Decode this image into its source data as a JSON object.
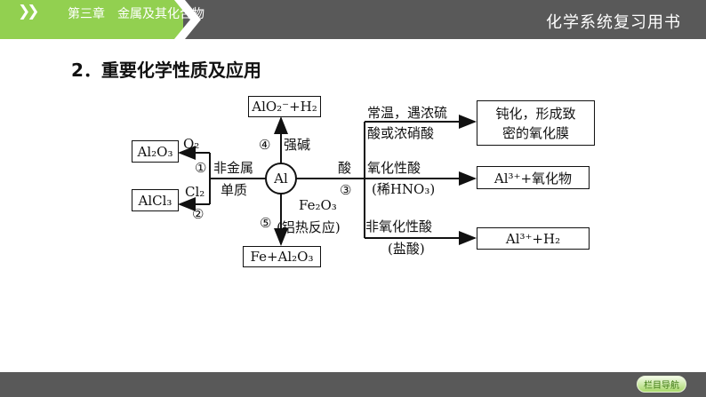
{
  "header": {
    "title": "化学系统复习用书"
  },
  "heading": "2．重要化学性质及应用",
  "diagram": {
    "center": "Al",
    "boxes": {
      "top": "AlO₂⁻+H₂",
      "left_top": "Al₂O₃",
      "left_bottom": "AlCl₃",
      "bottom": "Fe+Al₂O₃",
      "right_1_line1": "钝化，形成致",
      "right_1_line2": "密的氧化膜",
      "right_2": "Al³⁺+氧化物",
      "right_3": "Al³⁺+H₂"
    },
    "labels": {
      "o2": "O₂",
      "n1": "①",
      "nonmetal": "非金属",
      "cl2": "Cl₂",
      "elemental": "单质",
      "n2": "②",
      "n4": "④",
      "strong_base": "强碱",
      "acid": "酸",
      "n3": "③",
      "fe2o3": "Fe₂O₃",
      "n5": "⑤",
      "thermite": "(铝热反应)",
      "cond1_line1": "常温，遇浓硫",
      "cond1_line2": "酸或浓硝酸",
      "oxidizing_acid": "氧化性酸",
      "dilute_hno3": "(稀HNO₃)",
      "nonoxidizing_acid": "非氧化性酸",
      "hcl": "(盐酸)"
    }
  },
  "footer": {
    "chapter": "第三章　金属及其化合物",
    "nav_button": "栏目导航"
  },
  "colors": {
    "green": "#92d050",
    "dark": "#595959"
  }
}
